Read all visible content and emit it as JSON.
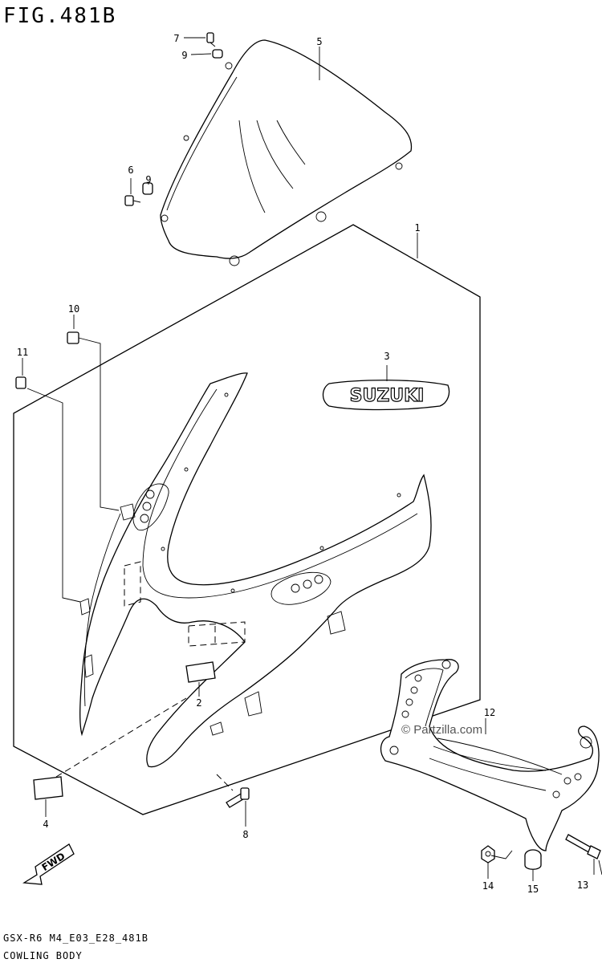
{
  "figure": {
    "title": "FIG.481B",
    "code": "GSX-R6 M4_E03_E28_481B",
    "caption": "COWLING BODY",
    "watermark": "© Partzilla.com",
    "fwd_label": "FWD"
  },
  "callouts": {
    "c1": "1",
    "c2": "2",
    "c3": "3",
    "c4": "4",
    "c5": "5",
    "c6": "6",
    "c7": "7",
    "c8": "8",
    "c9a": "9",
    "c9b": "9",
    "c10": "10",
    "c11": "11",
    "c12": "12",
    "c13": "13",
    "c14": "14",
    "c15": "15"
  },
  "decal_text": "SUZUKI"
}
